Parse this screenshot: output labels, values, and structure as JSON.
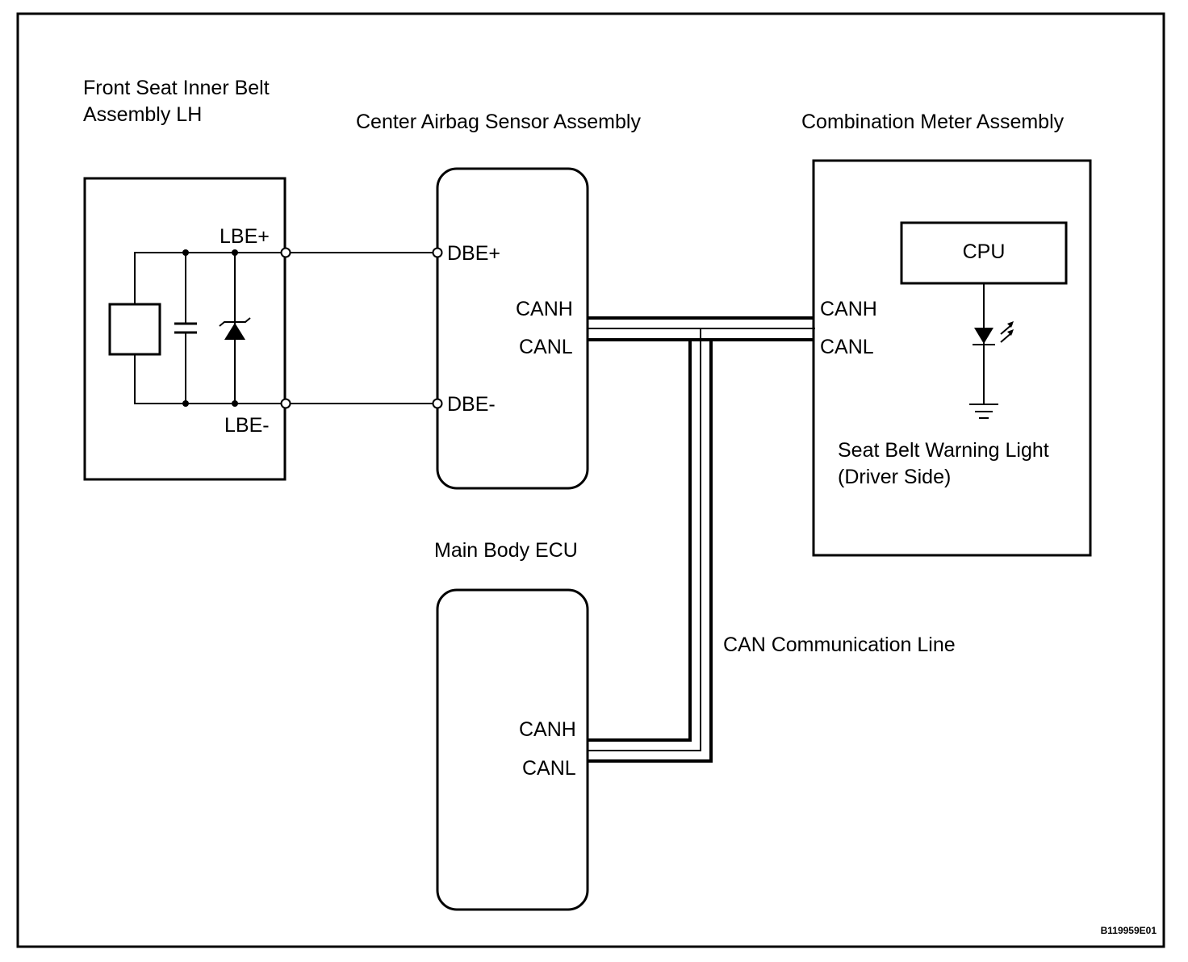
{
  "diagram": {
    "figure_code": "B119959E01",
    "components": {
      "belt": {
        "title_line1": "Front Seat Inner Belt",
        "title_line2": "Assembly LH",
        "pins": {
          "plus": "LBE+",
          "minus": "LBE-"
        }
      },
      "airbag": {
        "title": "Center Airbag Sensor Assembly",
        "pins": {
          "plus": "DBE+",
          "minus": "DBE-",
          "canh": "CANH",
          "canl": "CANL"
        }
      },
      "meter": {
        "title": "Combination Meter Assembly",
        "cpu": "CPU",
        "pins": {
          "canh": "CANH",
          "canl": "CANL"
        },
        "light_line1": "Seat Belt Warning Light",
        "light_line2": "(Driver Side)"
      },
      "body_ecu": {
        "title": "Main Body ECU",
        "pins": {
          "canh": "CANH",
          "canl": "CANL"
        }
      }
    },
    "bus_label": "CAN Communication Line",
    "connections": [
      {
        "from": "LBE+",
        "to": "DBE+"
      },
      {
        "from": "LBE-",
        "to": "DBE-"
      },
      {
        "from": "Center Airbag Sensor Assembly CANH/CANL",
        "to": "Combination Meter Assembly CANH/CANL"
      },
      {
        "from": "CAN Communication Line",
        "to": "Main Body ECU CANH/CANL"
      }
    ]
  }
}
